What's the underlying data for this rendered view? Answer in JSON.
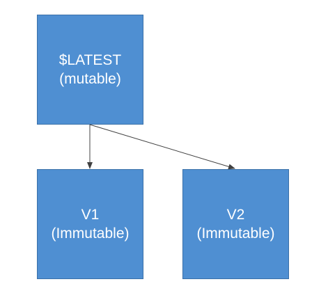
{
  "diagram": {
    "nodes": {
      "latest": {
        "line1": "$LATEST",
        "line2": "(mutable)"
      },
      "v1": {
        "line1": "V1",
        "line2": "(Immutable)"
      },
      "v2": {
        "line1": "V2",
        "line2": "(Immutable)"
      }
    },
    "edges": [
      {
        "from": "latest",
        "to": "v1"
      },
      {
        "from": "latest",
        "to": "v2"
      }
    ],
    "colors": {
      "box_fill": "#4f8fd2",
      "box_border": "#3a70a8",
      "text": "#ffffff",
      "connector": "#404040"
    }
  }
}
